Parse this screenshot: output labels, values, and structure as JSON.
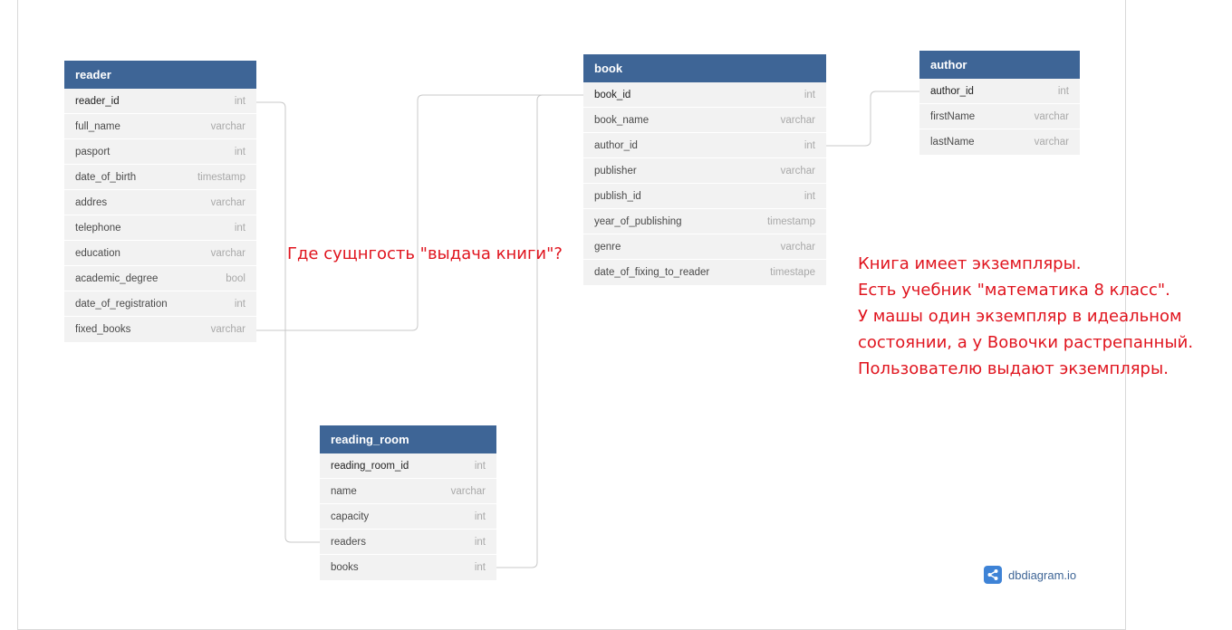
{
  "tables": {
    "reader": {
      "name": "reader",
      "fields": [
        {
          "name": "reader_id",
          "type": "int"
        },
        {
          "name": "full_name",
          "type": "varchar"
        },
        {
          "name": "pasport",
          "type": "int"
        },
        {
          "name": "date_of_birth",
          "type": "timestamp"
        },
        {
          "name": "addres",
          "type": "varchar"
        },
        {
          "name": "telephone",
          "type": "int"
        },
        {
          "name": "education",
          "type": "varchar"
        },
        {
          "name": "academic_degree",
          "type": "bool"
        },
        {
          "name": "date_of_registration",
          "type": "int"
        },
        {
          "name": "fixed_books",
          "type": "varchar"
        }
      ]
    },
    "book": {
      "name": "book",
      "fields": [
        {
          "name": "book_id",
          "type": "int"
        },
        {
          "name": "book_name",
          "type": "varchar"
        },
        {
          "name": "author_id",
          "type": "int"
        },
        {
          "name": "publisher",
          "type": "varchar"
        },
        {
          "name": "publish_id",
          "type": "int"
        },
        {
          "name": "year_of_publishing",
          "type": "timestamp"
        },
        {
          "name": "genre",
          "type": "varchar"
        },
        {
          "name": "date_of_fixing_to_reader",
          "type": "timestape"
        }
      ]
    },
    "author": {
      "name": "author",
      "fields": [
        {
          "name": "author_id",
          "type": "int"
        },
        {
          "name": "firstName",
          "type": "varchar"
        },
        {
          "name": "lastName",
          "type": "varchar"
        }
      ]
    },
    "reading_room": {
      "name": "reading_room",
      "fields": [
        {
          "name": "reading_room_id",
          "type": "int"
        },
        {
          "name": "name",
          "type": "varchar"
        },
        {
          "name": "capacity",
          "type": "int"
        },
        {
          "name": "readers",
          "type": "int"
        },
        {
          "name": "books",
          "type": "int"
        }
      ]
    }
  },
  "notes": {
    "question": "Где сущнгость \"выдача книги\"?",
    "explanation": [
      "Книга имеет экземпляры.",
      "Есть учебник \"математика 8 класс\".",
      "У машы один экземпляр в идеальном",
      "состоянии, а у Вовочки растрепанный.",
      "Пользователю выдают экземпляры."
    ]
  },
  "brand": {
    "name": "dbdiagram.io",
    "icon": "share-icon"
  },
  "colors": {
    "table_header": "#3e6596",
    "note_text": "#e0141e",
    "connector": "#c8c8c8",
    "row_bg": "#f2f2f2"
  }
}
